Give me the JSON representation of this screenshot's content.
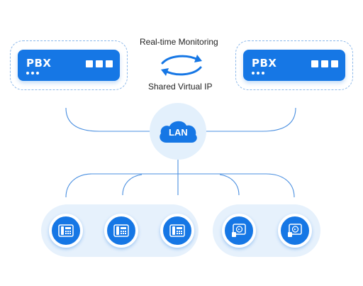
{
  "diagram": {
    "top_caption": "Real-time Monitoring",
    "bottom_caption": "Shared Virtual IP",
    "hub_label": "LAN",
    "pbx_nodes": [
      {
        "label": "PBX",
        "icon": "pbx-server-icon"
      },
      {
        "label": "PBX",
        "icon": "pbx-server-icon"
      }
    ],
    "phone_group": {
      "count": 3,
      "icon": "desk-phone-icon"
    },
    "video_group": {
      "count": 2,
      "icon": "video-phone-icon"
    },
    "sync_icon": "sync-arrows-icon",
    "cloud_icon": "cloud-icon"
  },
  "colors": {
    "accent": "#1677e5",
    "line": "#4a8fe0",
    "dashed_border": "#8cb8ea",
    "halo": "#e3f0fc",
    "group_bg": "#e6f1fc"
  }
}
